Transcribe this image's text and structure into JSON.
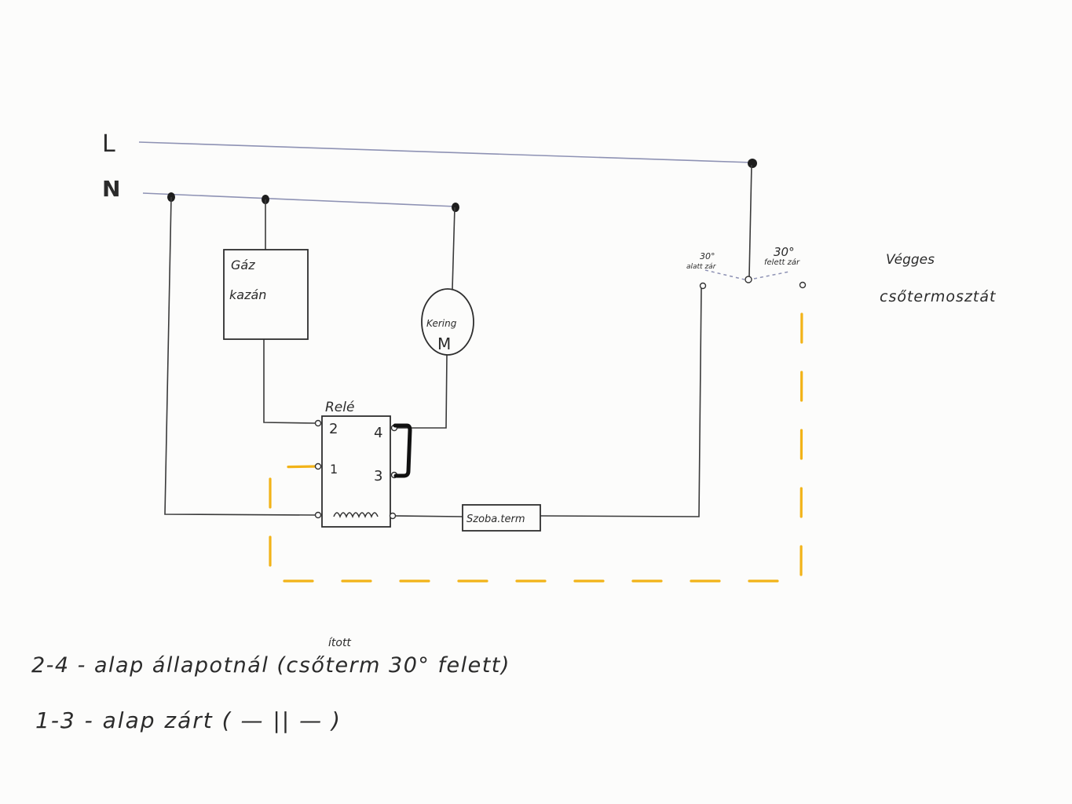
{
  "lines": {
    "L": "L",
    "N": "N"
  },
  "components": {
    "boiler": [
      "Gáz",
      "kazán"
    ],
    "pump": [
      "Kering",
      "M"
    ],
    "relay": {
      "title": "Relé",
      "pins": [
        "2",
        "4",
        "1",
        "3"
      ]
    },
    "room_thermostat": "Szoba.term",
    "pipe_thermostat": {
      "heading": [
        "Végges",
        "csőtermosztát"
      ],
      "contact_left": [
        "30°",
        "alatt zár"
      ],
      "contact_right": [
        "30°",
        "felett zár"
      ]
    }
  },
  "notes": {
    "line1": "2-4 - alap állapotnál (csőterm 30° felett)",
    "line1_superscript": "ított",
    "line2": "1-3 - alap zárt ( — || — )"
  },
  "colors": {
    "wire": "#3a3a3a",
    "bus": "#8e92b4",
    "dashed_wire": "#f2b318"
  }
}
